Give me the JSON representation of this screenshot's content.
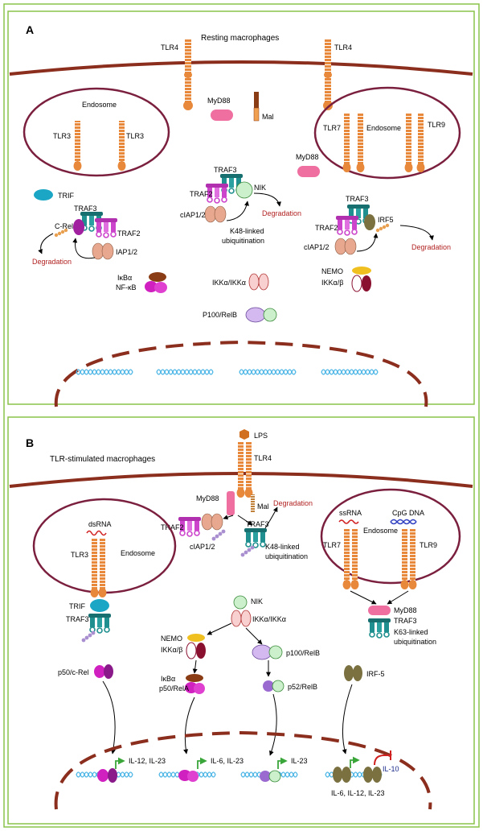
{
  "colors": {
    "frame": "#8bc34a",
    "membrane": "#8b2e1e",
    "endosome": "#7a1f3d",
    "receptor": "#e8883a",
    "degradation": "#b22222",
    "dna": "#4db6e6",
    "traf3": "#1f8f8f",
    "traf2": "#cc44cc",
    "ciap": "#e8a890",
    "myd88": "#ee6fa0",
    "trif": "#1aa6c4",
    "rel": "#a020a0",
    "nfkb": "#d020c0",
    "ikba": "#8a3c14",
    "nemo": "#f0c020",
    "ikk": "#8a1030",
    "relb": "#ccf0cc",
    "p100": "#d4b8f0",
    "irf5": "#7a7040",
    "ub": "#a98fd0",
    "arrow_green": "#3aa63a"
  },
  "icons": [
    "lps-hexagon-icon",
    "ubiquitin-chain-icon",
    "promoter-arrow-icon",
    "inhibition-bar-icon",
    "dna-helix-icon"
  ],
  "panel_a": {
    "letter": "A",
    "title": "Resting macrophages",
    "labels": {
      "tlr4_left": "TLR4",
      "tlr4_right": "TLR4",
      "endosome_left": "Endosome",
      "tlr3_a": "TLR3",
      "tlr3_b": "TLR3",
      "myd88_center": "MyD88",
      "mal": "Mal",
      "endosome_right": "Endosome",
      "tlr7": "TLR7",
      "tlr9": "TLR9",
      "myd88_right": "MyD88",
      "trif": "TRIF",
      "traf3_left": "TRAF3",
      "crel": "C-Rel",
      "traf2_left": "TRAF2",
      "iap": "IAP1/2",
      "degradation_left": "Degradation",
      "traf3_center": "TRAF3",
      "nik": "NIK",
      "traf2_center": "TRAF2",
      "ciap_center": "cIAP1/2",
      "degradation_center": "Degradation",
      "k48_line1": "K48-linked",
      "k48_line2": "ubiquitination",
      "traf3_right": "TRAF3",
      "irf5": "IRF5",
      "traf2_right": "TRAF2",
      "ciap_right": "cIAP1/2",
      "degradation_right": "Degradation",
      "ikba": "IκBα",
      "nfkb": "NF-κB",
      "ikk_alpha": "IKKα/IKKα",
      "nemo": "NEMO",
      "ikk_ab": "IKKα/β",
      "p100relb": "P100/RelB"
    }
  },
  "panel_b": {
    "letter": "B",
    "title": "TLR-stimulated macrophages",
    "labels": {
      "lps": "LPS",
      "tlr4": "TLR4",
      "myd88_top": "MyD88",
      "mal": "Mal",
      "degradation": "Degradation",
      "traf2": "TRAF2",
      "traf3_center": "TRAF3",
      "ciap": "cIAP1/2",
      "k48_line1": "K48-linked",
      "k48_line2": "ubiquitination",
      "dsrna": "dsRNA",
      "tlr3": "TLR3",
      "endosome_left": "Endosome",
      "ssrna": "ssRNA",
      "cpg": "CpG DNA",
      "tlr7": "TLR7",
      "endosome_right": "Endosome",
      "tlr9": "TLR9",
      "trif": "TRIF",
      "traf3_left": "TRAF3",
      "nik": "NIK",
      "ikk_alpha": "IKKα/IKKα",
      "myd88_right": "MyD88",
      "traf3_right": "TRAF3",
      "k63_line1": "K63-linked",
      "k63_line2": "ubiquitination",
      "nemo": "NEMO",
      "ikk_ab": "IKKα/β",
      "p100relb": "p100/RelB",
      "p50crel": "p50/c-Rel",
      "ikba": "IκBα",
      "p50rela": "p50/RelA",
      "p52relb": "p52/RelB",
      "irf5": "IRF-5",
      "gene1": "IL-12, IL-23",
      "gene2": "IL-6, IL-23",
      "gene3": "IL-23",
      "il10": "IL-10",
      "gene4": "IL-6, IL-12, IL-23"
    }
  }
}
